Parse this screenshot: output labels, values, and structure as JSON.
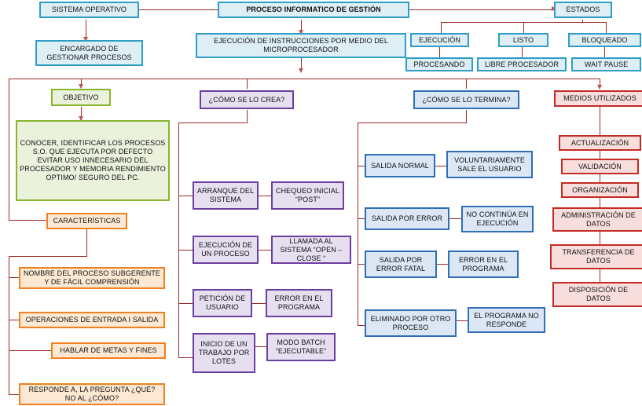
{
  "diagram": {
    "title": "PROCESO INFORMATICO DE GESTIÓN",
    "accents": {
      "cyan": "#2e9ec6",
      "green": "#8ab430",
      "orange": "#f08020",
      "purple": "#6b3fa0",
      "blue": "#2f6fb5",
      "red": "#c32b25",
      "connector": "#9e2a25"
    }
  },
  "top": {
    "root": "PROCESO INFORMATICO DE GESTIÓN",
    "sistema_operativo": "SISTEMA OPERATIVO",
    "encargado": "ENCARGADO DE GESTIONAR PROCESOS",
    "ejecucion_instrucciones": "EJECUCIÓN DE INSTRUCCIONES POR MEDIO DEL MICROPROCESADOR",
    "estados": "ESTADOS",
    "estado_items": [
      {
        "label": "EJECUCIÓN",
        "child": "PROCESANDO"
      },
      {
        "label": "LISTO",
        "child": "LIBRE PROCESADOR"
      },
      {
        "label": "BLOQUEADO",
        "child": "WAIT PAUSE"
      }
    ]
  },
  "objetivo": {
    "header": "OBJETIVO",
    "body": "CONOCER, IDENTIFICAR LOS PROCESOS S.O. QUE EJECUTA POR DEFECTO EVITAR USO INNECESARIO DEL PROCESADOR Y MEMORIA RENDIMIENTO OPTIMO/ SEGURO DEL PC."
  },
  "caracteristicas": {
    "header": "CARACTERÍSTICAS",
    "items": [
      "NOMBRE DEL PROCESO SUBGERENTE Y DE FÁCIL COMPRENSIÓN",
      "OPERACIONES DE ENTRADA I SALIDA",
      "HABLAR DE METAS Y FINES",
      "RESPONDE A, LA PREGUNTA ¿QUÉ? NO AL ¿CÓMO?"
    ]
  },
  "como_se_crea": {
    "header": "¿CÓMO SE LO CREA?",
    "rows": [
      {
        "left": "ARRANQUE DEL SISTEMA",
        "right": "CHEQUEO INICIAL “POST”"
      },
      {
        "left": "EJECUCIÓN DE UN PROCESO",
        "right": "LLAMADA AL SISTEMA “OPEN – CLOSE “"
      },
      {
        "left": "PETICIÓN DE USUARIO",
        "right": "ERROR EN EL PROGRAMA"
      },
      {
        "left": "INICIO DE UN TRABAJO POR LOTES",
        "right": "MODO BATCH “EJECUTABLE”"
      }
    ]
  },
  "como_se_termina": {
    "header": "¿CÓMO SE LO TERMINA?",
    "rows": [
      {
        "left": "SALIDA NORMAL",
        "right": "VOLUNTARIAMENTE SALE EL USUARIO"
      },
      {
        "left": "SALIDA POR ERROR",
        "right": "NO CONTINÚA EN EJECUCIÓN"
      },
      {
        "left": "SALIDA POR ERROR FATAL",
        "right": "ERROR EN EL PROGRAMA"
      },
      {
        "left": "ELIMINADO POR OTRO PROCESO",
        "right": "EL PROGRAMA NO RESPONDE"
      }
    ]
  },
  "medios": {
    "header": "MEDIOS UTILIZADOS",
    "items": [
      "ACTUALIZACIÓN",
      "VALIDACIÓN",
      "ORGANIZACIÓN",
      "ADMINISTRACIÓN DE DATOS",
      "TRANSFERENCIA DE DATOS",
      "DISPOSICIÓN DE DATOS"
    ]
  }
}
